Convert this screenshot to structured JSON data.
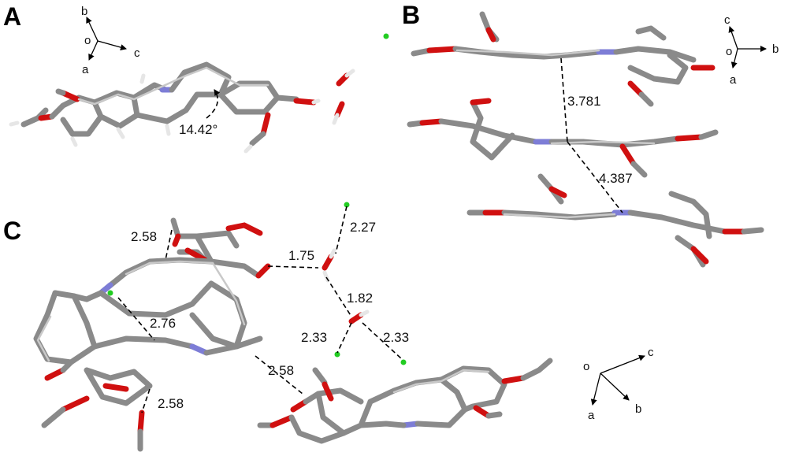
{
  "panels": {
    "a": {
      "label": "A",
      "angle": "14.42°",
      "axes": {
        "b": "b",
        "o": "o",
        "c": "c",
        "a": "a"
      }
    },
    "b": {
      "label": "B",
      "dist1": "3.781",
      "dist2": "4.387",
      "axes": {
        "c": "c",
        "o": "o",
        "b": "b",
        "a": "a"
      }
    },
    "c": {
      "label": "C",
      "d_2_58_top": "2.58",
      "d_1_75": "1.75",
      "d_2_27": "2.27",
      "d_1_82": "1.82",
      "d_2_76": "2.76",
      "d_2_33_left": "2.33",
      "d_2_33_right": "2.33",
      "d_2_58_mid": "2.58",
      "d_2_58_bottom": "2.58",
      "axes": {
        "o": "o",
        "c": "c",
        "a": "a",
        "b": "b"
      }
    }
  },
  "colors": {
    "carbon": "#8a8a8a",
    "oxygen": "#d01010",
    "nitrogen": "#7d7dd6",
    "hydrogen": "#e6e6e6",
    "chloride": "#22cc22"
  }
}
